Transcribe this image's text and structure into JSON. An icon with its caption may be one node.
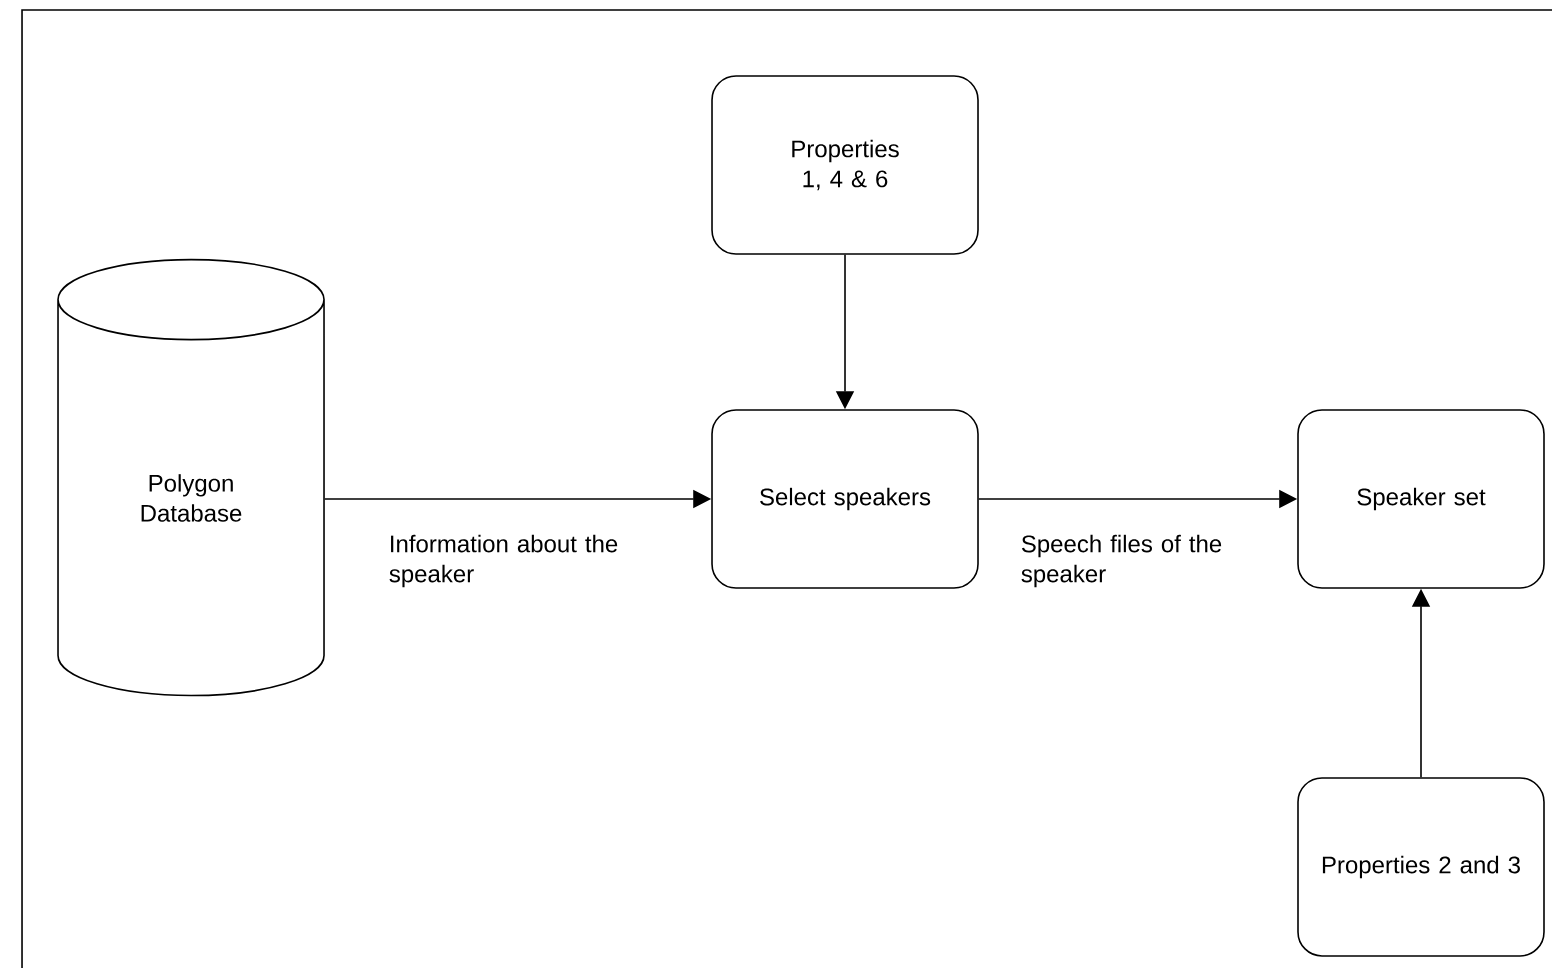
{
  "diagram": {
    "nodes": [
      {
        "text": [
          "Polygon Database"
        ]
      },
      {
        "text": [
          "Properties 1, 4 & 6"
        ]
      },
      {
        "text": [
          "Select speakers"
        ]
      },
      {
        "text": [
          "Speaker set"
        ]
      },
      {
        "text": [
          "Properties 2 and 3"
        ]
      }
    ],
    "edges": [
      {
        "from": 0,
        "to": 2,
        "arrow": "to",
        "label": "Information about the speaker"
      },
      {
        "from": 1,
        "to": 2,
        "arrow": "to"
      },
      {
        "from": 2,
        "to": 3,
        "arrow": "to",
        "label": "Speech files of the speaker"
      },
      {
        "from": 4,
        "to": 3,
        "arrow": "to"
      }
    ]
  }
}
